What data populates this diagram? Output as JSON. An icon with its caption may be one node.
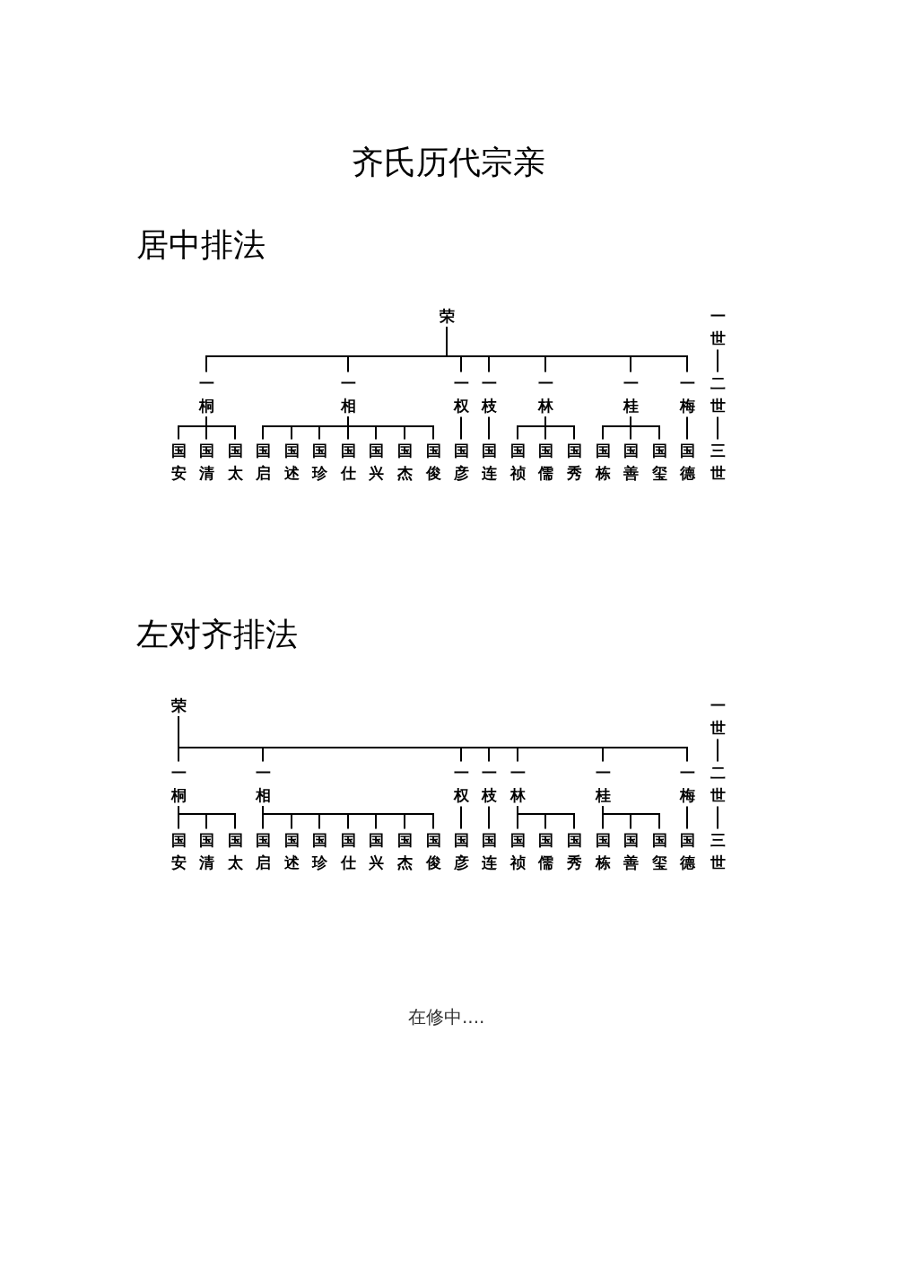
{
  "diagram": {
    "title": "齐氏历代宗亲",
    "nodes": [
      {
        "text": [
          "荣"
        ]
      },
      {
        "text": [
          "一世"
        ]
      },
      {
        "text": [
          "一桐"
        ]
      },
      {
        "text": [
          "一相"
        ]
      },
      {
        "text": [
          "一权"
        ]
      },
      {
        "text": [
          "一枝"
        ]
      },
      {
        "text": [
          "一林"
        ]
      },
      {
        "text": [
          "一桂"
        ]
      },
      {
        "text": [
          "一梅"
        ]
      },
      {
        "text": [
          "二世"
        ]
      },
      {
        "text": [
          "国安"
        ]
      },
      {
        "text": [
          "国清"
        ]
      },
      {
        "text": [
          "国太"
        ]
      },
      {
        "text": [
          "国启"
        ]
      },
      {
        "text": [
          "国述"
        ]
      },
      {
        "text": [
          "国珍"
        ]
      },
      {
        "text": [
          "国仕"
        ]
      },
      {
        "text": [
          "国兴"
        ]
      },
      {
        "text": [
          "国杰"
        ]
      },
      {
        "text": [
          "国俊"
        ]
      },
      {
        "text": [
          "国彦"
        ]
      },
      {
        "text": [
          "国连"
        ]
      },
      {
        "text": [
          "国祯"
        ]
      },
      {
        "text": [
          "国儒"
        ]
      },
      {
        "text": [
          "国秀"
        ]
      },
      {
        "text": [
          "国栋"
        ]
      },
      {
        "text": [
          "国善"
        ]
      },
      {
        "text": [
          "国玺"
        ]
      },
      {
        "text": [
          "国德"
        ]
      },
      {
        "text": [
          "三世"
        ]
      },
      {
        "text": [
          "荣"
        ]
      },
      {
        "text": [
          "一世"
        ]
      },
      {
        "text": [
          "一桐"
        ]
      },
      {
        "text": [
          "一相"
        ]
      },
      {
        "text": [
          "一权"
        ]
      },
      {
        "text": [
          "一枝"
        ]
      },
      {
        "text": [
          "一林"
        ]
      },
      {
        "text": [
          "一桂"
        ]
      },
      {
        "text": [
          "一梅"
        ]
      },
      {
        "text": [
          "二世"
        ]
      },
      {
        "text": [
          "国安"
        ]
      },
      {
        "text": [
          "国清"
        ]
      },
      {
        "text": [
          "国太"
        ]
      },
      {
        "text": [
          "国启"
        ]
      },
      {
        "text": [
          "国述"
        ]
      },
      {
        "text": [
          "国珍"
        ]
      },
      {
        "text": [
          "国仕"
        ]
      },
      {
        "text": [
          "国兴"
        ]
      },
      {
        "text": [
          "国杰"
        ]
      },
      {
        "text": [
          "国俊"
        ]
      },
      {
        "text": [
          "国彦"
        ]
      },
      {
        "text": [
          "国连"
        ]
      },
      {
        "text": [
          "国祯"
        ]
      },
      {
        "text": [
          "国儒"
        ]
      },
      {
        "text": [
          "国秀"
        ]
      },
      {
        "text": [
          "国栋"
        ]
      },
      {
        "text": [
          "国善"
        ]
      },
      {
        "text": [
          "国玺"
        ]
      },
      {
        "text": [
          "国德"
        ]
      },
      {
        "text": [
          "三世"
        ]
      }
    ],
    "edges": [
      {
        "from": 0,
        "to": 2,
        "arrow": "none"
      },
      {
        "from": 0,
        "to": 3,
        "arrow": "none"
      },
      {
        "from": 0,
        "to": 4,
        "arrow": "none"
      },
      {
        "from": 0,
        "to": 5,
        "arrow": "none"
      },
      {
        "from": 0,
        "to": 6,
        "arrow": "none"
      },
      {
        "from": 0,
        "to": 7,
        "arrow": "none"
      },
      {
        "from": 0,
        "to": 8,
        "arrow": "none"
      },
      {
        "from": 2,
        "to": 10,
        "arrow": "none"
      },
      {
        "from": 2,
        "to": 11,
        "arrow": "none"
      },
      {
        "from": 2,
        "to": 12,
        "arrow": "none"
      },
      {
        "from": 3,
        "to": 13,
        "arrow": "none"
      },
      {
        "from": 3,
        "to": 14,
        "arrow": "none"
      },
      {
        "from": 3,
        "to": 15,
        "arrow": "none"
      },
      {
        "from": 3,
        "to": 16,
        "arrow": "none"
      },
      {
        "from": 3,
        "to": 17,
        "arrow": "none"
      },
      {
        "from": 3,
        "to": 18,
        "arrow": "none"
      },
      {
        "from": 3,
        "to": 19,
        "arrow": "none"
      },
      {
        "from": 4,
        "to": 20,
        "arrow": "none"
      },
      {
        "from": 5,
        "to": 21,
        "arrow": "none"
      },
      {
        "from": 6,
        "to": 22,
        "arrow": "none"
      },
      {
        "from": 6,
        "to": 23,
        "arrow": "none"
      },
      {
        "from": 6,
        "to": 24,
        "arrow": "none"
      },
      {
        "from": 7,
        "to": 25,
        "arrow": "none"
      },
      {
        "from": 7,
        "to": 26,
        "arrow": "none"
      },
      {
        "from": 7,
        "to": 27,
        "arrow": "none"
      },
      {
        "from": 8,
        "to": 28,
        "arrow": "none"
      },
      {
        "from": 1,
        "to": 9,
        "arrow": "none"
      },
      {
        "from": 9,
        "to": 29,
        "arrow": "none"
      },
      {
        "from": 30,
        "to": 32,
        "arrow": "none"
      },
      {
        "from": 30,
        "to": 33,
        "arrow": "none"
      },
      {
        "from": 30,
        "to": 34,
        "arrow": "none"
      },
      {
        "from": 30,
        "to": 35,
        "arrow": "none"
      },
      {
        "from": 30,
        "to": 36,
        "arrow": "none"
      },
      {
        "from": 30,
        "to": 37,
        "arrow": "none"
      },
      {
        "from": 30,
        "to": 38,
        "arrow": "none"
      },
      {
        "from": 32,
        "to": 40,
        "arrow": "none"
      },
      {
        "from": 32,
        "to": 41,
        "arrow": "none"
      },
      {
        "from": 32,
        "to": 42,
        "arrow": "none"
      },
      {
        "from": 33,
        "to": 43,
        "arrow": "none"
      },
      {
        "from": 33,
        "to": 44,
        "arrow": "none"
      },
      {
        "from": 33,
        "to": 45,
        "arrow": "none"
      },
      {
        "from": 33,
        "to": 46,
        "arrow": "none"
      },
      {
        "from": 33,
        "to": 47,
        "arrow": "none"
      },
      {
        "from": 33,
        "to": 48,
        "arrow": "none"
      },
      {
        "from": 33,
        "to": 49,
        "arrow": "none"
      },
      {
        "from": 34,
        "to": 50,
        "arrow": "none"
      },
      {
        "from": 35,
        "to": 51,
        "arrow": "none"
      },
      {
        "from": 36,
        "to": 52,
        "arrow": "none"
      },
      {
        "from": 36,
        "to": 53,
        "arrow": "none"
      },
      {
        "from": 36,
        "to": 54,
        "arrow": "none"
      },
      {
        "from": 37,
        "to": 55,
        "arrow": "none"
      },
      {
        "from": 37,
        "to": 56,
        "arrow": "none"
      },
      {
        "from": 37,
        "to": 57,
        "arrow": "none"
      },
      {
        "from": 38,
        "to": 58,
        "arrow": "none"
      },
      {
        "from": 31,
        "to": 39,
        "arrow": "none"
      },
      {
        "from": 39,
        "to": 59,
        "arrow": "none"
      }
    ],
    "labels": [
      "居中排法",
      "左对齐排法",
      "在修中...."
    ]
  }
}
